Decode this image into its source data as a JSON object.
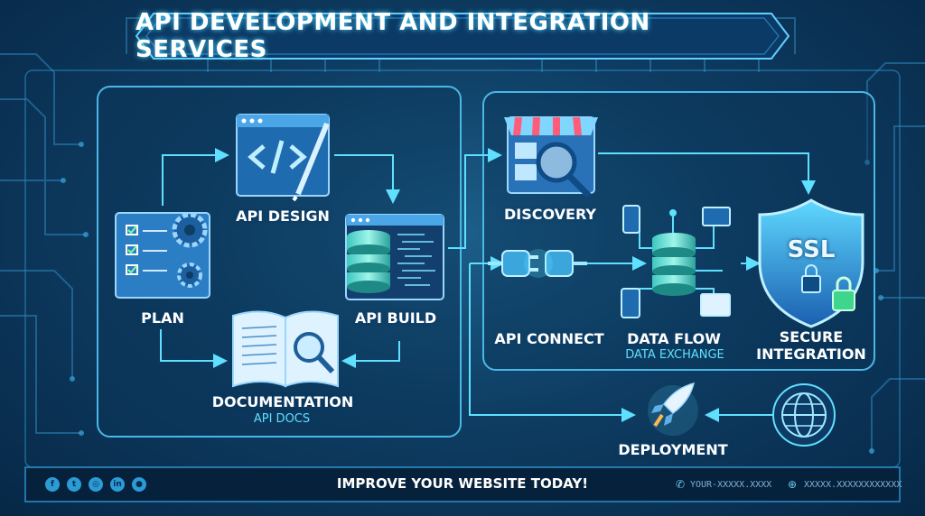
{
  "title": "API DEVELOPMENT AND INTEGRATION SERVICES",
  "nodes": {
    "plan": "PLAN",
    "api_design": "API DESIGN",
    "api_build": "API BUILD",
    "documentation": "DOCUMENTATION",
    "documentation_sub": "API DOCS",
    "discovery": "DISCOVERY",
    "api_connect": "API CONNECT",
    "data_flow": "DATA FLOW",
    "data_flow_sub": "DATA EXCHANGE",
    "secure_line1": "SECURE",
    "secure_line2": "INTEGRATION",
    "ssl": "SSL",
    "deployment": "DEPLOYMENT"
  },
  "footer": {
    "cta": "IMPROVE YOUR WEBSITE TODAY!",
    "phone": "YOUR-XXXXX.XXXX",
    "website": "XXXXX.XXXXXXXXXXXX"
  },
  "social_icons": [
    "facebook-icon",
    "twitter-icon",
    "instagram-icon",
    "linkedin-icon",
    "github-icon"
  ],
  "colors": {
    "background": "#0e3d63",
    "accent": "#5fe0ff",
    "panel_border": "#49b8e6"
  }
}
